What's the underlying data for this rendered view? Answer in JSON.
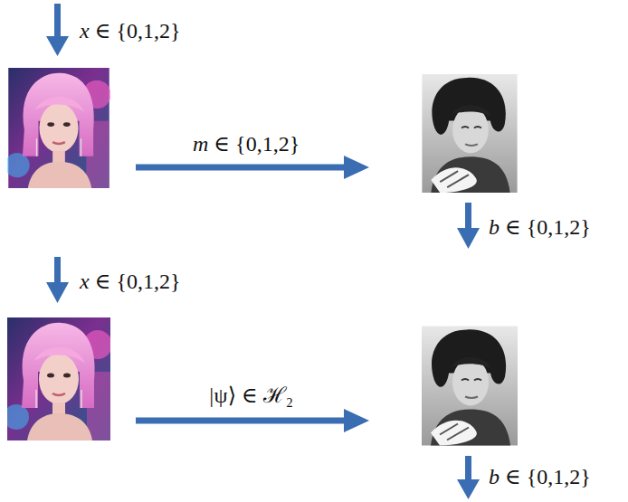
{
  "diagram": {
    "labels": [
      "x ∈ {0,1,2}",
      "m ∈ {0,1,2}",
      "b ∈ {0,1,2}",
      "x ∈ {0,1,2}",
      "|ψ⟩ ∈ ℋ₂",
      "b ∈ {0,1,2}"
    ]
  }
}
